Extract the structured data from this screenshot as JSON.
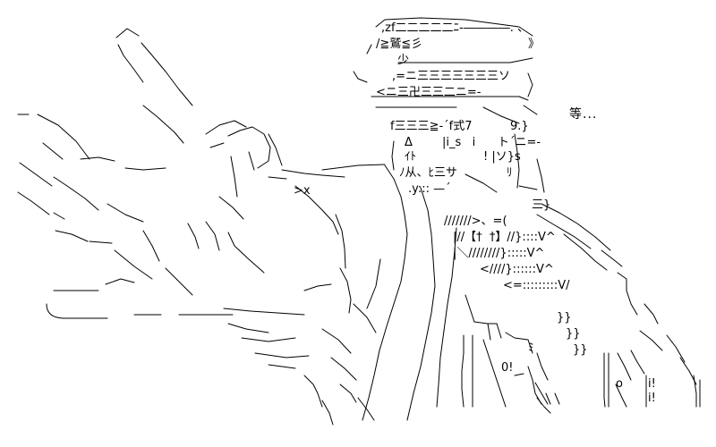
{
  "caption": "等...",
  "art": {
    "hat_top": ",zf二二二二二ﾆ-――――. 、",
    "hat_symbol": "/≧鷲≦彡",
    "hat_right": "》",
    "hat_band1": "少",
    "hat_band2": ",=ニ三三三三三三三ソ",
    "hat_band3": "<ニ三卍三三二ニ=-",
    "face_brow1": "f三三三≧-´f式7",
    "face_brow2": "9.}",
    "face_eye": "Δ",
    "face_mouth": "|i_s   i",
    "face_right": "ト´ニ=-",
    "face_cheek": "ｲﾄ",
    "face_nose": "! |ソ}s",
    "face_mustache": "ﾉ从、ﾋ三サ",
    "face_chin": "ﾘ",
    "face_beard": ".y::: —´",
    "collar": "三}",
    "chest1": "///////>、=(",
    "chest2": "|//【†  †】//}::::V^",
    "chest3": "|＼////////}:::::V^",
    "chest4": "<////}::::::V^",
    "chest5": "<=:::::::::V/",
    "hand_x": ">x",
    "number_text": "0!",
    "coat_o": "o",
    "coat_i1": "i!",
    "coat_i2": "i!",
    "braces_a": "}}",
    "braces_b": "}}",
    "braces_c": "}}",
    "mi_text": "ﾐ"
  }
}
